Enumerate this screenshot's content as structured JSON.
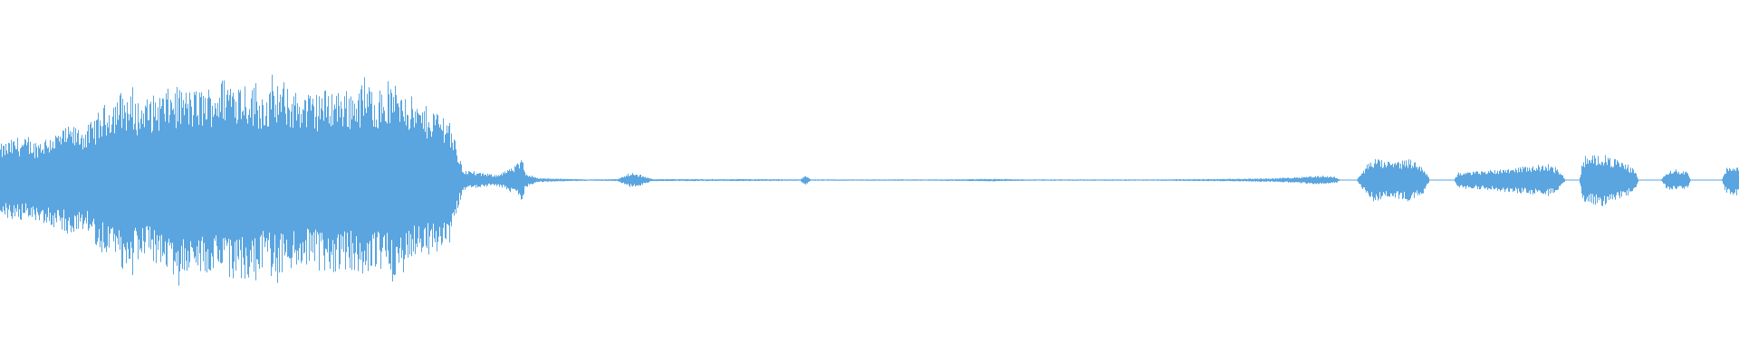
{
  "waveform": {
    "color": "#5aa5df",
    "background": "#ffffff",
    "amplitude_envelope": [
      [
        0.0,
        0.2
      ],
      [
        0.01,
        0.24
      ],
      [
        0.02,
        0.22
      ],
      [
        0.03,
        0.26
      ],
      [
        0.04,
        0.3
      ],
      [
        0.05,
        0.3
      ],
      [
        0.06,
        0.42
      ],
      [
        0.07,
        0.5
      ],
      [
        0.08,
        0.44
      ],
      [
        0.09,
        0.48
      ],
      [
        0.1,
        0.52
      ],
      [
        0.11,
        0.5
      ],
      [
        0.12,
        0.52
      ],
      [
        0.13,
        0.58
      ],
      [
        0.14,
        0.56
      ],
      [
        0.15,
        0.5
      ],
      [
        0.16,
        0.52
      ],
      [
        0.17,
        0.5
      ],
      [
        0.18,
        0.48
      ],
      [
        0.19,
        0.52
      ],
      [
        0.2,
        0.5
      ],
      [
        0.21,
        0.54
      ],
      [
        0.22,
        0.5
      ],
      [
        0.23,
        0.54
      ],
      [
        0.24,
        0.42
      ],
      [
        0.25,
        0.4
      ],
      [
        0.258,
        0.36
      ],
      [
        0.262,
        0.2
      ],
      [
        0.266,
        0.06
      ],
      [
        0.275,
        0.04
      ],
      [
        0.285,
        0.03
      ],
      [
        0.295,
        0.07
      ],
      [
        0.3,
        0.12
      ],
      [
        0.302,
        0.04
      ],
      [
        0.31,
        0.01
      ],
      [
        0.34,
        0.004
      ],
      [
        0.355,
        0.006
      ],
      [
        0.362,
        0.04
      ],
      [
        0.368,
        0.03
      ],
      [
        0.375,
        0.006
      ],
      [
        0.42,
        0.005
      ],
      [
        0.427,
        0.006
      ],
      [
        0.46,
        0.004
      ],
      [
        0.463,
        0.03
      ],
      [
        0.466,
        0.004
      ],
      [
        0.54,
        0.004
      ],
      [
        0.57,
        0.007
      ],
      [
        0.59,
        0.004
      ],
      [
        0.66,
        0.004
      ],
      [
        0.7,
        0.006
      ],
      [
        0.73,
        0.01
      ],
      [
        0.74,
        0.014
      ],
      [
        0.75,
        0.02
      ],
      [
        0.76,
        0.025
      ],
      [
        0.768,
        0.018
      ],
      [
        0.77,
        0.003
      ],
      [
        0.78,
        0.002
      ],
      [
        0.786,
        0.09
      ],
      [
        0.79,
        0.12
      ],
      [
        0.8,
        0.1
      ],
      [
        0.81,
        0.12
      ],
      [
        0.818,
        0.08
      ],
      [
        0.822,
        0.002
      ],
      [
        0.836,
        0.002
      ],
      [
        0.838,
        0.04
      ],
      [
        0.85,
        0.05
      ],
      [
        0.86,
        0.06
      ],
      [
        0.87,
        0.07
      ],
      [
        0.88,
        0.08
      ],
      [
        0.89,
        0.09
      ],
      [
        0.897,
        0.05
      ],
      [
        0.9,
        0.002
      ],
      [
        0.908,
        0.002
      ],
      [
        0.91,
        0.12
      ],
      [
        0.92,
        0.15
      ],
      [
        0.93,
        0.11
      ],
      [
        0.94,
        0.06
      ],
      [
        0.942,
        0.002
      ],
      [
        0.955,
        0.002
      ],
      [
        0.958,
        0.05
      ],
      [
        0.963,
        0.06
      ],
      [
        0.97,
        0.05
      ],
      [
        0.972,
        0.002
      ],
      [
        0.99,
        0.002
      ],
      [
        0.992,
        0.06
      ],
      [
        1.0,
        0.09
      ]
    ]
  }
}
